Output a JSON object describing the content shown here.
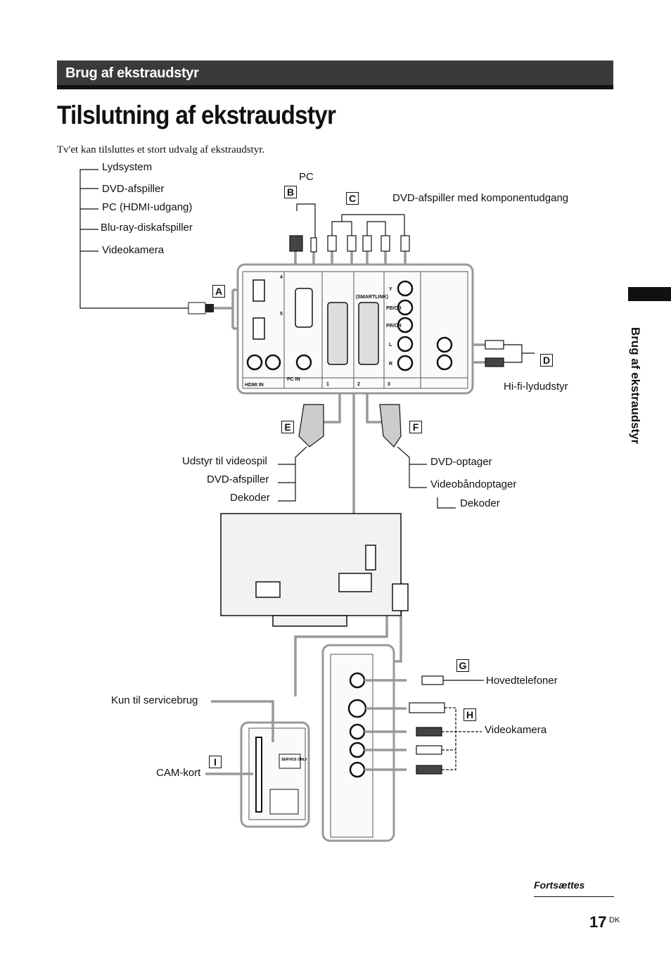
{
  "header": {
    "section": "Brug af ekstraudstyr"
  },
  "page": {
    "title": "Tilslutning af ekstraudstyr",
    "intro": "Tv'et kan tilsluttes et stort udvalg af ekstraudstyr.",
    "side_tab": "Brug af ekstraudstyr",
    "continue": "Fortsættes",
    "page_number": "17",
    "page_suffix": "DK"
  },
  "diagram": {
    "labels_a": [
      "Lydsystem",
      "DVD-afspiller",
      "PC (HDMI-udgang)",
      "Blu-ray-diskafspiller",
      "Videokamera"
    ],
    "label_pc": "PC",
    "label_c": "DVD-afspiller med komponentudgang",
    "label_d": "Hi-fi-lydudstyr",
    "labels_e": [
      "Udstyr til videospil",
      "DVD-afspiller",
      "Dekoder"
    ],
    "labels_f": [
      "DVD-optager",
      "Videobåndoptager",
      "Dekoder"
    ],
    "label_g": "Hovedtelefoner",
    "label_h": "Videokamera",
    "label_service": "Kun til servicebrug",
    "label_cam": "CAM-kort",
    "badges": [
      "A",
      "B",
      "C",
      "D",
      "E",
      "F",
      "G",
      "H",
      "I"
    ],
    "panel_text": {
      "hdmi_in": "HDMI IN",
      "pc_in": "PC IN",
      "smartlink": "(SMARTLINK)",
      "port_4": "4",
      "port_5": "5",
      "scart_1": "1",
      "scart_2": "2",
      "scart_3": "3",
      "y": "Y",
      "pb": "PB/CB",
      "pr": "PR/CR",
      "l": "L",
      "r": "R",
      "service_only": "SERVICE ONLY"
    }
  }
}
